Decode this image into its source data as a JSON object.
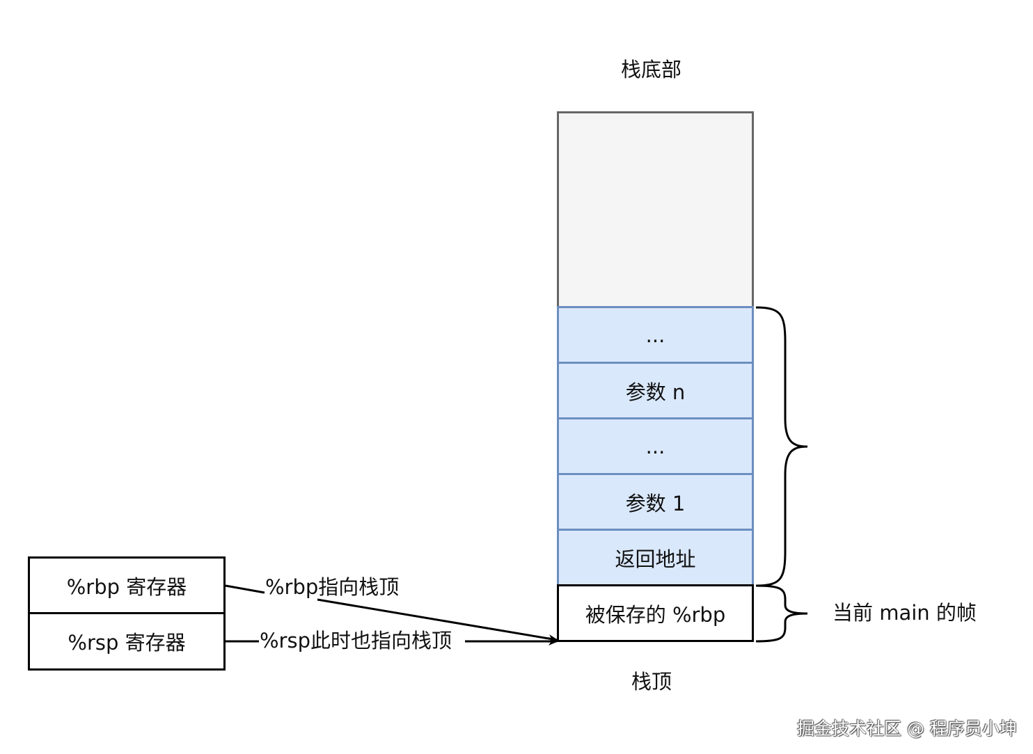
{
  "stack": {
    "bottom_label": "栈底部",
    "top_label": "栈顶",
    "cells": [
      {
        "text": ""
      },
      {
        "text": "..."
      },
      {
        "text": "参数 n"
      },
      {
        "text": "..."
      },
      {
        "text": "参数 1"
      },
      {
        "text": "返回地址"
      },
      {
        "text": "被保存的 %rbp"
      }
    ],
    "frame_label": "当前 main 的帧"
  },
  "registers": {
    "rbp": "%rbp 寄存器",
    "rsp": "%rsp 寄存器"
  },
  "arrows": {
    "rbp_label": "%rbp指向栈顶",
    "rsp_label": "%rsp此时也指向栈顶"
  },
  "watermark": "掘金技术社区 @ 程序员小坤",
  "colors": {
    "cell_fill": "#dae8fc",
    "cell_stroke": "#6c8ebf",
    "empty_fill": "#f5f5f5",
    "empty_stroke": "#666666"
  }
}
